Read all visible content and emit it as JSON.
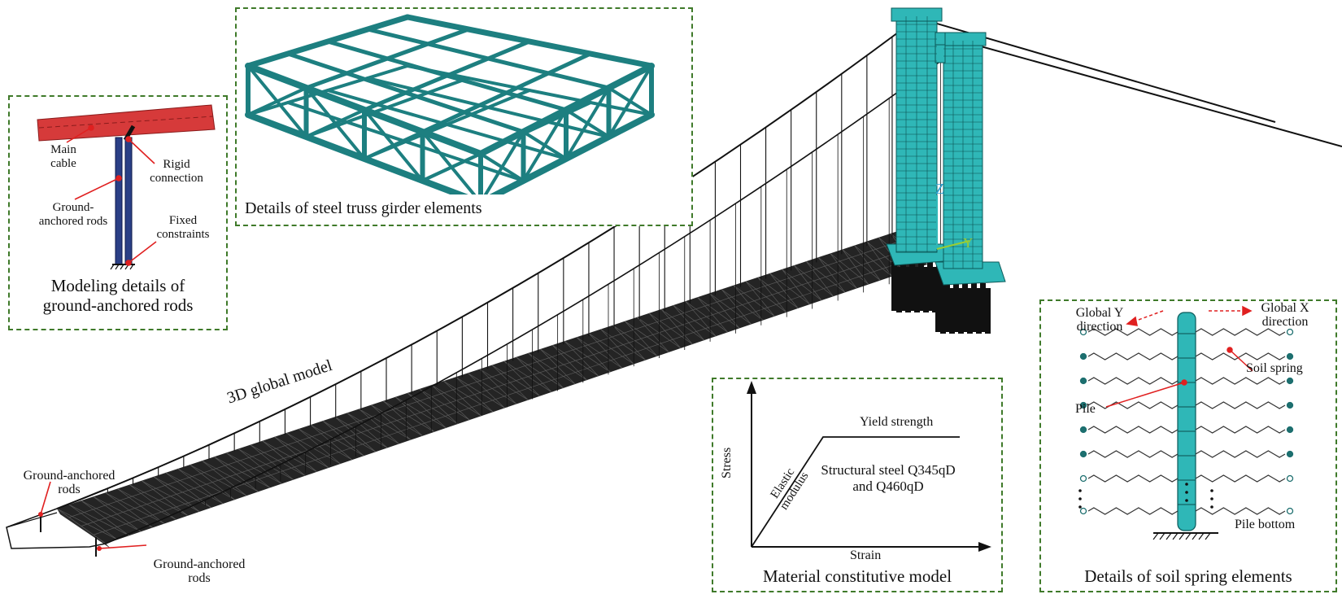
{
  "colors": {
    "frame": "#3f7a2a",
    "structure": "#1a1a1a",
    "steel_model": "#2fb7b7",
    "main_cable_detail": "#d63a3a",
    "rod_detail": "#2a3f86",
    "callout": "#e02020"
  },
  "global_model": {
    "title": "3D global model",
    "anchor_label_1": "Ground-anchored\nrods",
    "anchor_label_2": "Ground-anchored\nrods",
    "axis_z": "Z",
    "axis_y": "Y"
  },
  "truss_panel": {
    "caption": "Details of steel truss girder elements"
  },
  "rod_panel": {
    "caption": "Modeling details of\nground-anchored rods",
    "main_cable": "Main\ncable",
    "rigid_connection": "Rigid\nconnection",
    "ground_anchored_rods": "Ground-\nanchored rods",
    "fixed_constraints": "Fixed\nconstraints"
  },
  "material_panel": {
    "caption": "Material constitutive model",
    "y_axis": "Stress",
    "x_axis": "Strain",
    "yield": "Yield strength",
    "elastic": "Elastic\nmodulus",
    "steel": "Structural steel Q345qD\nand Q460qD"
  },
  "soil_panel": {
    "caption": "Details of soil spring elements",
    "global_y": "Global Y\ndirection",
    "global_x": "Global X\ndirection",
    "soil_spring": "Soil spring",
    "pile": "Pile",
    "pile_bottom": "Pile bottom"
  }
}
